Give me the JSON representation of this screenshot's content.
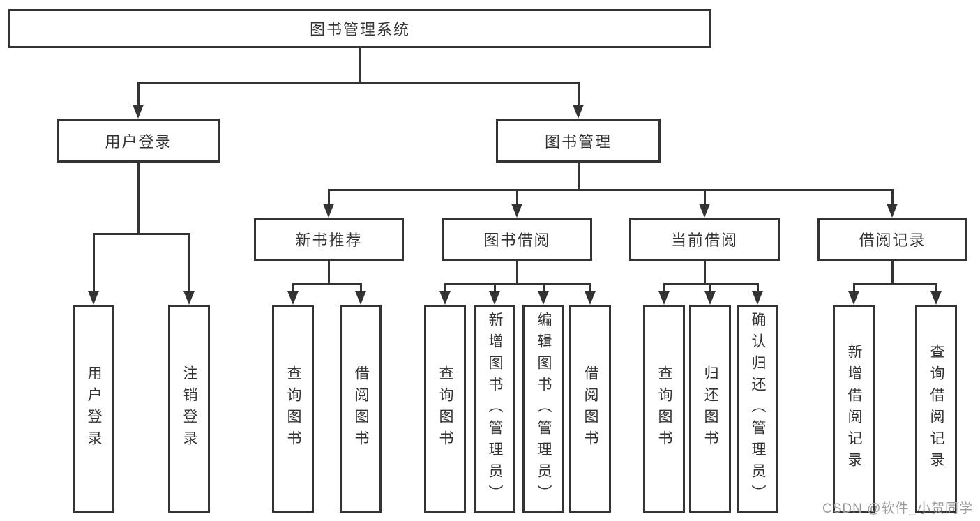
{
  "tree": {
    "label": "图书管理系统",
    "children": [
      {
        "label": "用户登录",
        "children": [
          {
            "label": "用户登录"
          },
          {
            "label": "注销登录"
          }
        ]
      },
      {
        "label": "图书管理",
        "children": [
          {
            "label": "新书推荐",
            "children": [
              {
                "label": "查询图书"
              },
              {
                "label": "借阅图书"
              }
            ]
          },
          {
            "label": "图书借阅",
            "children": [
              {
                "label": "查询图书"
              },
              {
                "label": "新增图书（管理员）"
              },
              {
                "label": "编辑图书（管理员）"
              },
              {
                "label": "借阅图书"
              }
            ]
          },
          {
            "label": "当前借阅",
            "children": [
              {
                "label": "查询图书"
              },
              {
                "label": "归还图书"
              },
              {
                "label": "确认归还（管理员）"
              }
            ]
          },
          {
            "label": "借阅记录",
            "children": [
              {
                "label": "新增借阅记录"
              },
              {
                "label": "查询借阅记录"
              }
            ]
          }
        ]
      }
    ]
  },
  "watermark": {
    "text": "CSDN @软件_小贺同学"
  },
  "colors": {
    "line": "#333333",
    "background": "#ffffff",
    "watermark": "#9b9b9b"
  }
}
